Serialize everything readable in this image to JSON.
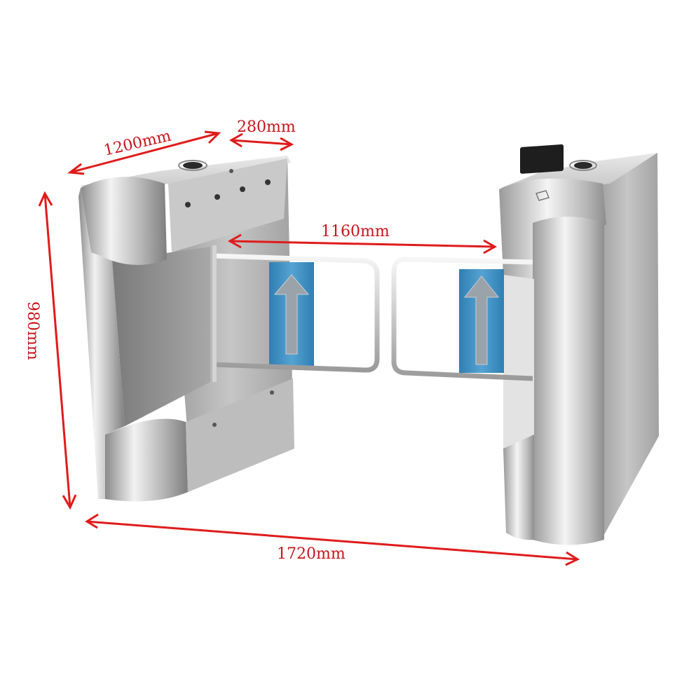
{
  "colors": {
    "dimension": "#e01b1b",
    "dimension_text": "#c8141b",
    "steel_light": "#e4e4e4",
    "steel_mid": "#b4b4b4",
    "steel_dark": "#7d7d7d",
    "arrow_panel": "#3f8fc0",
    "arrow_glyph": "#9aa3aa"
  },
  "dimensions": {
    "length": "1200mm",
    "width": "280mm",
    "height": "980mm",
    "gap": "1160mm",
    "overall": "1720mm"
  },
  "icons": [
    "double-arrow-icon",
    "up-arrow-icon",
    "card-reader-icon"
  ]
}
